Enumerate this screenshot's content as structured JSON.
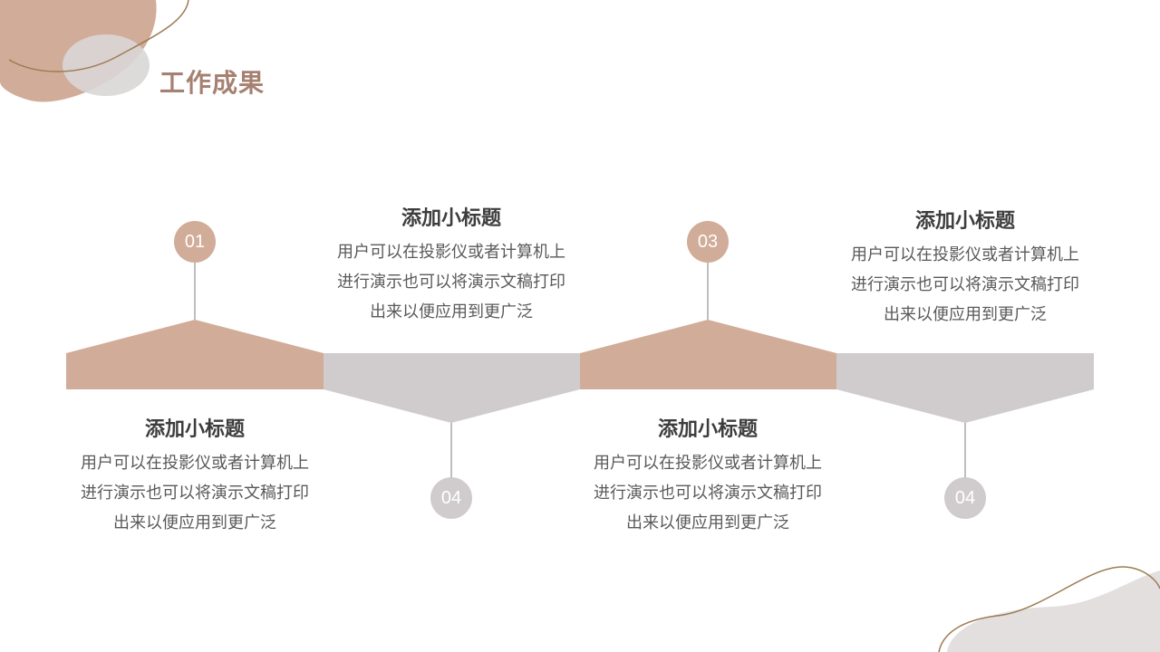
{
  "slide": {
    "title": "工作成果"
  },
  "colors": {
    "brown": "#d1ac98",
    "grey": "#d0cccd",
    "title": "#a68171",
    "line_accent": "#9e7b54"
  },
  "markers": [
    "01",
    "04",
    "03",
    "04"
  ],
  "items": [
    {
      "heading": "添加小标题",
      "line1": "用户可以在投影仪或者计算机上",
      "line2": "进行演示也可以将演示文稿打印",
      "line3": "出来以便应用到更广泛"
    },
    {
      "heading": "添加小标题",
      "line1": "用户可以在投影仪或者计算机上",
      "line2": "进行演示也可以将演示文稿打印",
      "line3": "出来以便应用到更广泛"
    },
    {
      "heading": "添加小标题",
      "line1": "用户可以在投影仪或者计算机上",
      "line2": "进行演示也可以将演示文稿打印",
      "line3": "出来以便应用到更广泛"
    },
    {
      "heading": "添加小标题",
      "line1": "用户可以在投影仪或者计算机上",
      "line2": "进行演示也可以将演示文稿打印",
      "line3": "出来以便应用到更广泛"
    }
  ]
}
